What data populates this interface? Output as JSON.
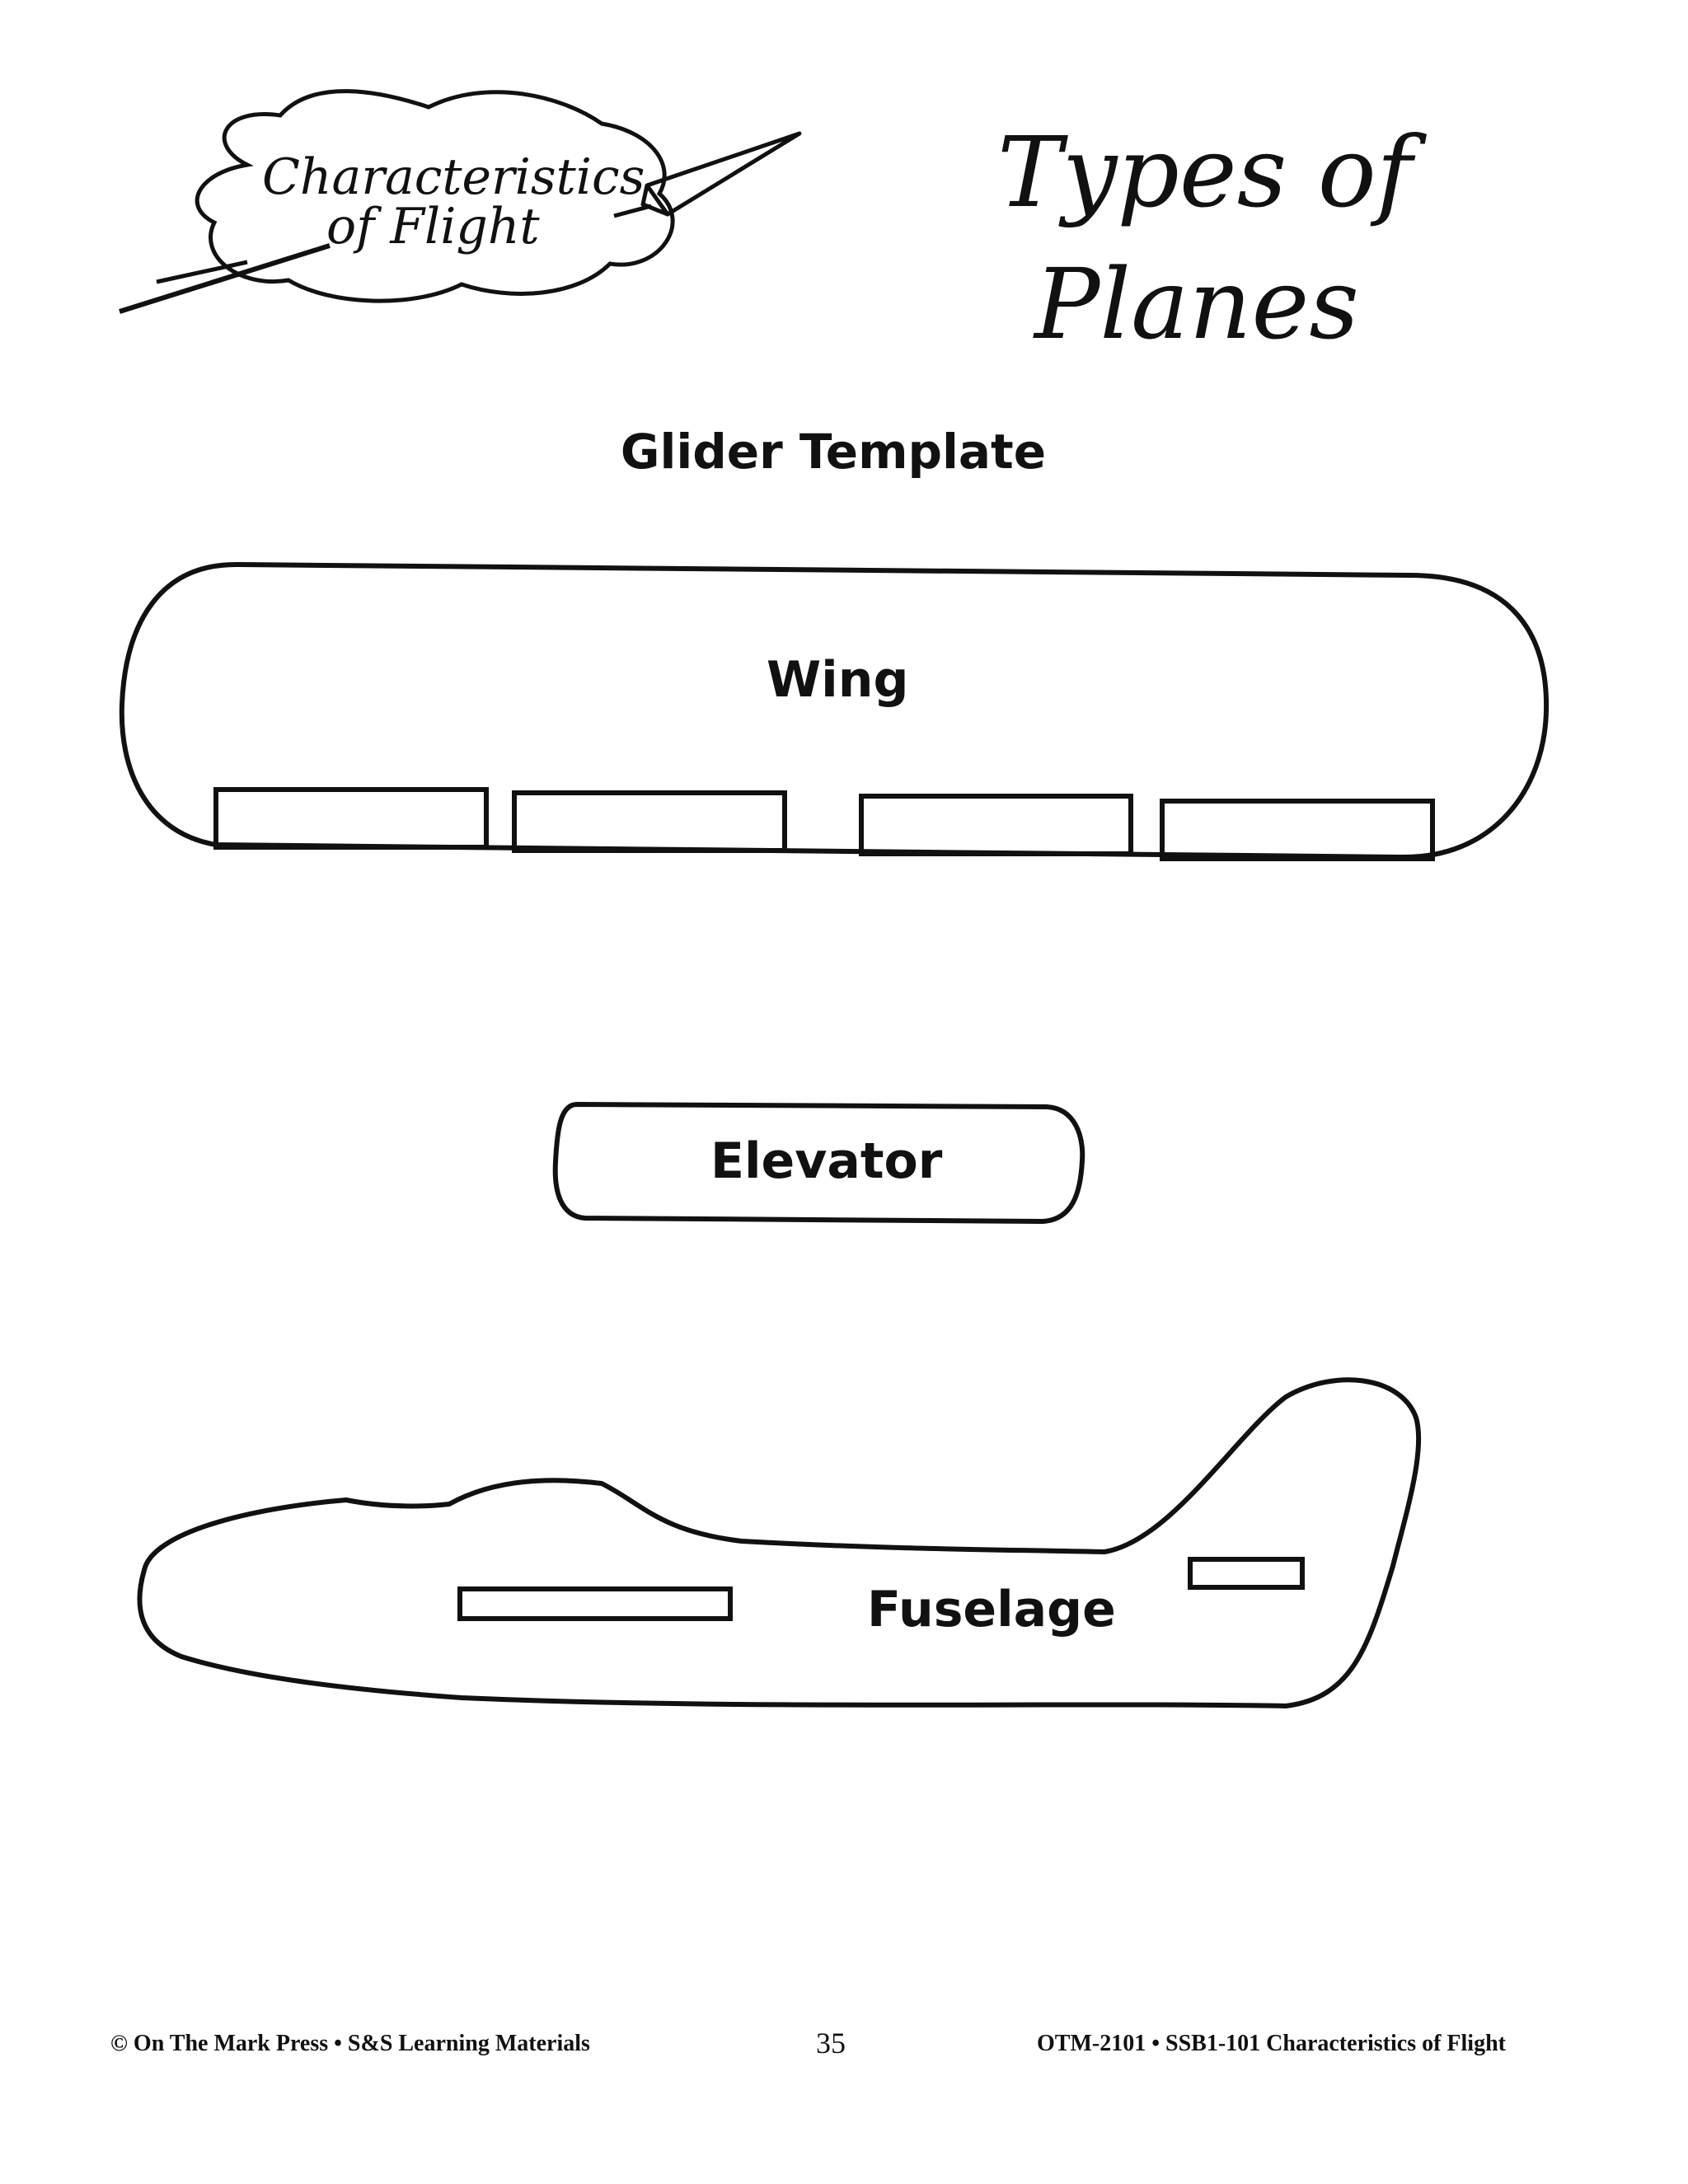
{
  "header": {
    "logo": {
      "line1": "Characteristics",
      "line2": "of Flight"
    },
    "title_line1": "Types of",
    "title_line2": "Planes"
  },
  "subtitle": "Glider Template",
  "template_parts": {
    "wing": "Wing",
    "elevator": "Elevator",
    "fuselage": "Fuselage"
  },
  "footer": {
    "copyright": "© On The Mark Press • S&S Learning Materials",
    "page_number": "35",
    "series": "OTM-2101 • SSB1-101 Characteristics of Flight"
  }
}
